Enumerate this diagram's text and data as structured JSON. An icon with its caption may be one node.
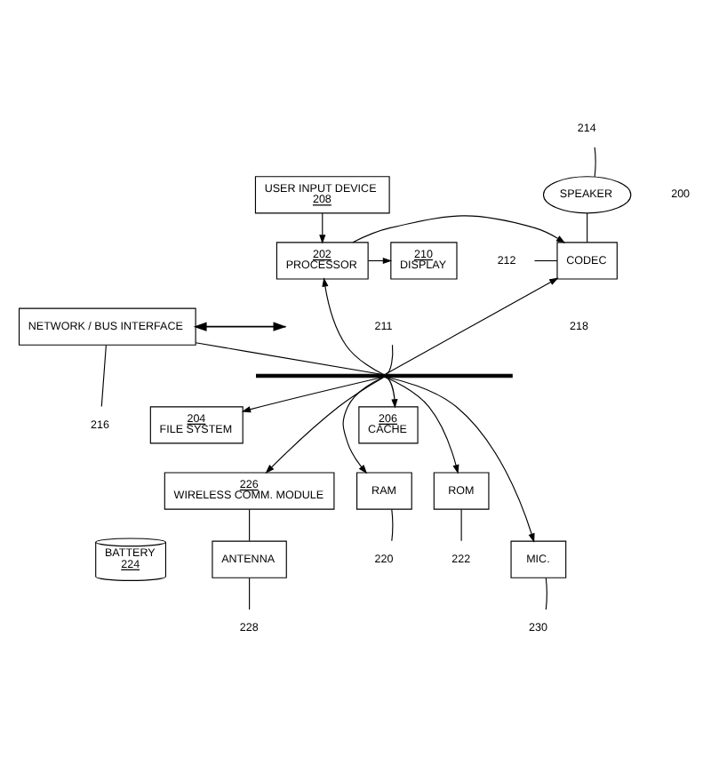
{
  "diagram": {
    "nodes": [
      {
        "text": [
          "SPEAKER"
        ]
      },
      {
        "text": [
          "USER INPUT DEVICE",
          "208"
        ]
      },
      {
        "text": [
          "CODEC"
        ]
      },
      {
        "text": [
          "210",
          "DISPLAY"
        ]
      },
      {
        "text": [
          "202",
          "PROCESSOR"
        ]
      },
      {
        "text": [
          "NETWORK / BUS INTERFACE"
        ]
      },
      {
        "text": [],
        "shape": "bar"
      },
      {
        "text": [
          "206",
          "CACHE"
        ]
      },
      {
        "text": [
          "204",
          "FILE SYSTEM"
        ]
      },
      {
        "text": [
          "226",
          "WIRELESS COMM. MODULE"
        ]
      },
      {
        "text": [
          "RAM"
        ]
      },
      {
        "text": [
          "ROM"
        ]
      },
      {
        "text": [
          "MIC."
        ]
      },
      {
        "text": [
          "BATTERY",
          "224"
        ]
      },
      {
        "text": [
          "ANTENNA"
        ]
      },
      {
        "text": [
          "214"
        ]
      },
      {
        "text": [
          "212"
        ]
      },
      {
        "text": [
          "211"
        ]
      },
      {
        "text": [
          "216"
        ]
      },
      {
        "text": [
          "220"
        ]
      },
      {
        "text": [
          "222"
        ]
      },
      {
        "text": [
          "230"
        ]
      },
      {
        "text": [
          "228"
        ]
      }
    ],
    "edges": [
      {
        "from": 1,
        "to": 4,
        "arrow": "to"
      },
      {
        "from": 4,
        "to": 2,
        "arrow": "to"
      },
      {
        "from": 4,
        "to": 3,
        "arrow": "to"
      },
      {
        "from": 0,
        "to": 2,
        "arrow": "none"
      },
      {
        "from": 6,
        "to": 2,
        "arrow": "to"
      },
      {
        "from": 6,
        "to": 4,
        "arrow": "to"
      },
      {
        "from": 5,
        "to": 6,
        "arrow": "none"
      },
      {
        "from": 6,
        "to": 10,
        "arrow": "to"
      },
      {
        "from": 6,
        "to": 7,
        "arrow": "to"
      },
      {
        "from": 6,
        "to": 11,
        "arrow": "to"
      },
      {
        "from": 6,
        "to": 12,
        "arrow": "to"
      },
      {
        "from": 6,
        "to": 8,
        "arrow": "to"
      },
      {
        "from": 6,
        "to": 9,
        "arrow": "to"
      },
      {
        "from": 9,
        "to": 14,
        "arrow": "none"
      },
      {
        "from": 5,
        "to": null,
        "arrow": "both"
      },
      {
        "from": 15,
        "to": 0,
        "arrow": "none"
      },
      {
        "from": 16,
        "to": 2,
        "arrow": "none"
      },
      {
        "from": 17,
        "to": 6,
        "arrow": "none"
      },
      {
        "from": 18,
        "to": 5,
        "arrow": "none"
      },
      {
        "from": 19,
        "to": 10,
        "arrow": "none"
      },
      {
        "from": 20,
        "to": 11,
        "arrow": "none"
      },
      {
        "from": 21,
        "to": 12,
        "arrow": "none"
      },
      {
        "from": 22,
        "to": 14,
        "arrow": "none"
      }
    ],
    "labels": [
      "200",
      "218"
    ]
  }
}
